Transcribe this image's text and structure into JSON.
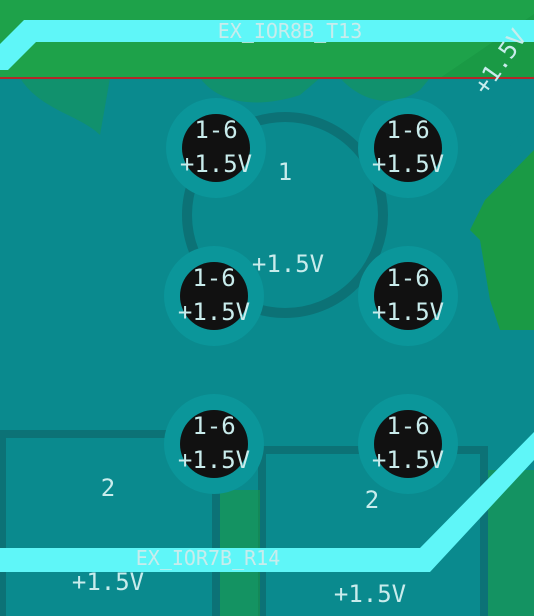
{
  "nets": {
    "top_trace": "EX_IOR8B_T13",
    "bottom_trace": "EX_IOR7B_R14",
    "corner_label": "+1.5V"
  },
  "center_pad": {
    "number": "1",
    "net": "+1.5V"
  },
  "vias": [
    {
      "range": "1-6",
      "net": "+1.5V"
    },
    {
      "range": "1-6",
      "net": "+1.5V"
    },
    {
      "range": "1-6",
      "net": "+1.5V"
    },
    {
      "range": "1-6",
      "net": "+1.5V"
    },
    {
      "range": "1-6",
      "net": "+1.5V"
    },
    {
      "range": "1-6",
      "net": "+1.5V"
    }
  ],
  "lower_pads": [
    {
      "number": "2",
      "net": "+1.5V"
    },
    {
      "number": "2",
      "net": "+1.5V"
    }
  ],
  "colors": {
    "copper_plane": "#0a8a8e",
    "green_layer": "#1a9a45",
    "trace": "#5ff6f8",
    "via_hole": "#111111",
    "board_edge": "#b42828"
  }
}
